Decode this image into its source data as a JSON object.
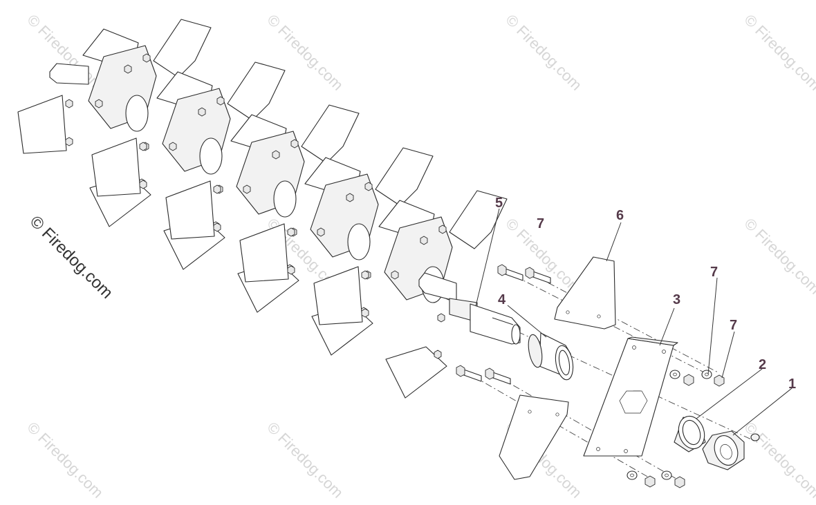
{
  "watermark": {
    "text": "© Firedog.com",
    "color": "#d6d6d6",
    "main_color": "#333333"
  },
  "callouts": {
    "part_1": "1",
    "part_2": "2",
    "part_3": "3",
    "part_4": "4",
    "part_5": "5",
    "part_6": "6",
    "part_7a": "7",
    "part_7b": "7",
    "part_7c": "7"
  },
  "colors": {
    "line": "#2a2a2a",
    "callout": "#553a4a",
    "background": "#ffffff"
  }
}
